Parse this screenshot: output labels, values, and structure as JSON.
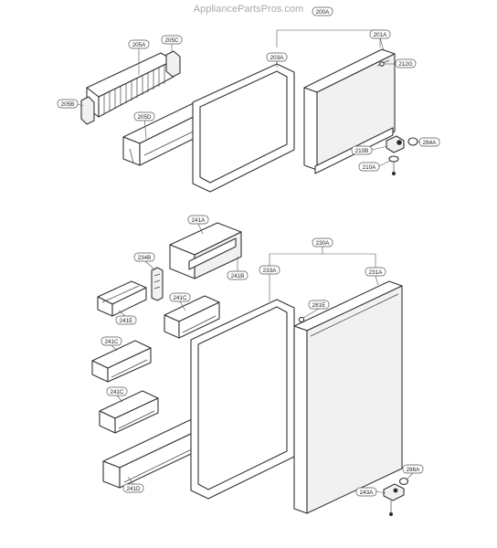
{
  "watermark": "AppliancePartsPros.com",
  "callouts": {
    "c200A": "200A",
    "c201A": "201A",
    "c203A": "203A",
    "c205A": "205A",
    "c205B": "205B",
    "c205C": "205C",
    "c205D": "205D",
    "c212G": "212G",
    "c210B": "210B",
    "c284A": "284A",
    "c210A": "210A",
    "c241A": "241A",
    "c234B": "234B",
    "c241B": "241B",
    "c241C_1": "241C",
    "c241E": "241E",
    "c241C_2": "241C",
    "c241C_3": "241C",
    "c241D": "241D",
    "c230A": "230A",
    "c233A": "233A",
    "c231A": "231A",
    "c281E": "281E",
    "c286A": "286A",
    "c243A": "243A"
  }
}
